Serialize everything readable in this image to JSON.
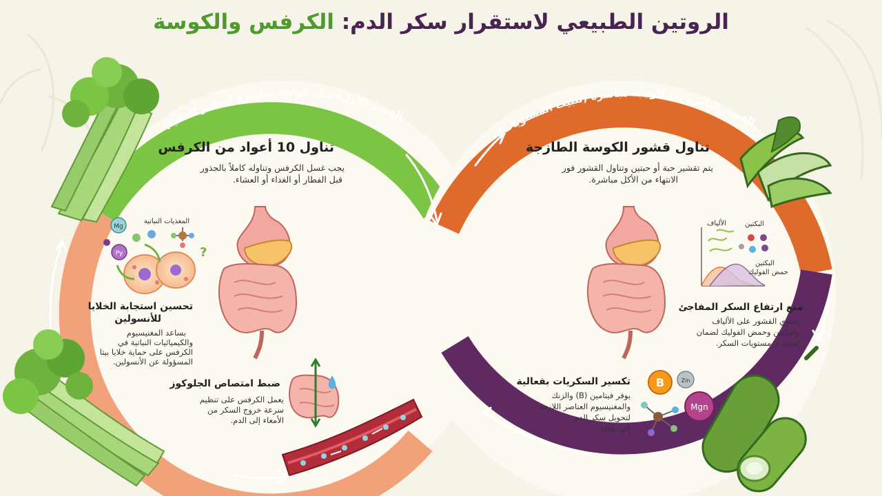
{
  "title": {
    "main": "الروتين الطبيعي لاستقرار سكر الدم:",
    "highlight": "الكرفس والكوسة"
  },
  "section1": {
    "banner": "القسم الأول: قبل الوجبة مباشرة (تحفيز الخلايا)",
    "heading": "تناول 10 أعواد من الكرفس",
    "desc_line1": "يجب غسل الكرفس وتناوله كاملاً بالجذور",
    "desc_line2": "قبل الفطار أو الغداء أو العشاء.",
    "phyto_label": "المغذيات النباتية",
    "mg_badge": "Mg",
    "py_badge": "Py",
    "insulin_title_1": "تحسين استجابة الخلايا",
    "insulin_title_2": "للأنسولين",
    "insulin_l1": "بساعد المغنيسيوم",
    "insulin_l2": "والكيميائيات النباتية في",
    "insulin_l3": "الكرفس على حماية خلايا بيتا",
    "insulin_l4": "المسؤولة عن الأنسولين.",
    "glucose_title": "ضبط امتصاص الجلوكوز",
    "glucose_l1": "يعمل الكرفس على تنظيم",
    "glucose_l2": "سرعة خروج السكر من",
    "glucose_l3": "الأمعاء إلى الدم."
  },
  "section2": {
    "banner": "القسم الثاني: بعد الوجبة مباشرة (تثبيت المستويات)",
    "heading": "تناول قشور الكوسة الطازجة",
    "desc_line1": "يتم تقشير حبة أو حبتين وتناول القشور فور",
    "desc_line2": "الانتهاء من الأكل مباشرة.",
    "label_fibers": "الألياف",
    "label_pectin_top": "البكتين",
    "label_pectin": "البكتين",
    "label_folic": "حمض الفوليك",
    "spike_title": "منع ارتفاع السكر المفاجئ",
    "spike_l1": "تحتوي القشور على الألياف",
    "spike_l2": "والبكتين وحمض الفوليك لضمان",
    "spike_l3": "استقرار مستويات السكر.",
    "sugar_title": "تكسير السكريات بفعالية",
    "sugar_l1": "بوفر فيتامين (B) والزنك",
    "sugar_l2": "والمغنيسيوم العناصر اللازمة",
    "sugar_l3": "لتحويل سكر الدم",
    "sugar_l4": "إلى طاقة.",
    "b_badge": "B",
    "zn_badge": "Zin",
    "mgn_badge": "Mgn"
  },
  "colors": {
    "green": "#7cc444",
    "orange_light": "#f2a27a",
    "orange_dark": "#de6a2c",
    "purple": "#5f2a62",
    "title_dark": "#4a2450",
    "title_green": "#4f9a2c"
  },
  "icons": [
    "celery-icon",
    "zucchini-icon",
    "stomach-icon",
    "intestine-icon",
    "blood-vessel-icon",
    "cell-icon",
    "molecule-icon",
    "chart-icon"
  ]
}
